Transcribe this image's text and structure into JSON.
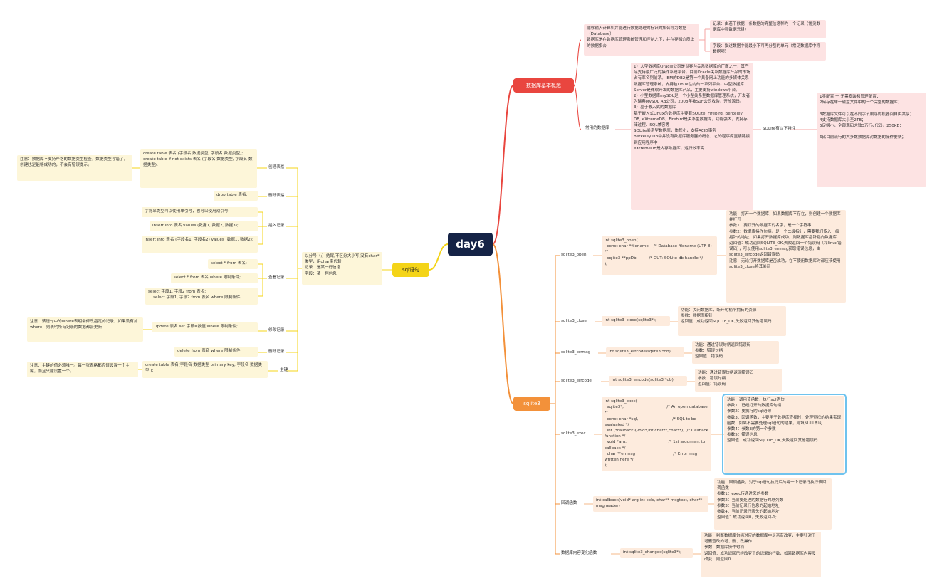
{
  "root": "day6",
  "db_concepts": {
    "title": "数据库基本概念",
    "def1": "能够输入计算机并能进行数据处理的标识的集合称为数据 （Database）\n数据库是在数据库管理系统管理和控制之下，并在存储介质上的数据集合",
    "record": "记录：由若干数据一条数据的完整信息称为一个记录（常见数据库中称数据元组）",
    "field": "字段：描述数据中能最小不可再分割的单元（常见数据库中称数据项）",
    "common_label": "常用的数据库",
    "common_text": "1）大型数据库Oracle公司是世界为关系数据库的厂商之一，其产品支持最广泛的操作系统平台。目前Oracle关系数据库产品的市场占有率名列前茅。IBM的DB2是第一个具备网上功能的多媒体关系数据库管理系统，支持包Linux在内的一系列平台。中型数据库Server是微软开发的数据库产品，主要支持windows平台。\n2）小型数据库mySQL是一个小型关系型数据库管理系统，开发者为瑞典MySQL AB公司，2008年被Sun公司收购，开放源码。\n3）基于嵌入式的数据库\n基于嵌入式Linux的数据库主要有SQLite, Firebird, Berkeley DB, eXtremeDB，Firebird是关系型数据库，功能强大，支持存储过程、SQL兼容等\nSQLite关系型数据库，体积小，支持ACID事务\nBerkeley DB中并没有数据库服务器的概念，它的程序库直接链接到应用程序中\neXtremeDB是内存数据库，运行效率高",
    "sqlite_feat_label": "SQLite有以下特性",
    "sqlite_feat": "1零配置 一 无需安装和管理配置；\n2储存在单一磁盘文件中的一个完整的数据库；\n\n3数据库文件可以在不同字节顺序的机器间自由共享；\n4支持数据库大小至2TB；\n5足够小，全部源码大致3万行c代码，250KB；\n\n6比目前流行的大多数数据库对数据的操作要快；"
  },
  "sql": {
    "title": "sql语句",
    "hub": "以分号（;）结尾,不区分大小写,没有char*类型，用char来代替\n记录：是某一行信息\n字段：某一列信息",
    "create_label": "创建表格",
    "create_text": "create table 表名 (字段名 数据类型, 字段名 数据类型);\ncreate table if not exists 表名 (字段名 数据类型, 字段名 数据类型);",
    "create_note": "注意：数据库不支持严格的数据类型检查，数据类型写错了，创建也是能够成功的，不会有错误提示。",
    "drop_label": "删除表格",
    "drop_text": "drop table 表名;",
    "insert_label": "插入记录",
    "insert1": "字符串类型可以使用单引号，也可以使用双引号",
    "insert2": "insert into 表名 values (数据1, 数据2, 数据3);",
    "insert3": "insert into 表名 (字段名1, 字段名2) values (数据1, 数据2);",
    "query_label": "查看记录",
    "query1": "select * from 表名;",
    "query2": "select * from 表名 where 限制条件;",
    "query3": "select 字段1, 字段2 from 表名;\n    select 字段1, 字段2 from 表名 where 限制条件;",
    "update_label": "修改记录",
    "update_text": "update 表名 set 字段=数值 where 限制条件;",
    "update_note": "注意：该语句中的where表明会修改指定的记录，如果没有加where，则表明所有记录的数据都会更新",
    "delete_label": "删除记录",
    "delete_text": "delete from 表名 where 限制条件",
    "pk_label": "主键",
    "pk_text": "create table 表名(字段名 数据类型 primary key, 字段名 数据类型 );",
    "pk_note": "注意：主键的值必须唯一。每一张表格都应该设置一个主键，而且只能设置一个。"
  },
  "sqlite3": {
    "title": "sqlite3",
    "open_label": "sqlite3_open",
    "open_code": "int sqlite3_open(\n  const char *filename,   /* Database filename (UTF-8) */\n  sqlite3 **ppDb          /* OUT: SQLite db handle */\n);",
    "open_desc": "功能：打开一个数据库，如果数据库不存在，则创建一个数据库并打开\n参数1：要打开的数据库的名字，是一个字符串\n参数2：数据库操作句柄，是一个二级指针，需要我们传入一级指针的地址，如果打开数据库成功，则数据库指针指向数据库\n返回值：成功返回SQLITE_OK,失败返回一个错误码（和linux错误码），可以使用sqlite3_errmsg获取错误信息，由sqlite3_errcode返回错误码\n注意：无论打开数据库是否成功，在不使用数据库时都应该使用sqlite3_close将其关闭",
    "close_label": "sqlite3_close",
    "close_code": "int sqlite3_close(sqlite3*);",
    "close_desc": "功能：关闭数据库，断开句柄所拥有的资源\n参数：数据库指针\n返回值：成功返回SQLITE_OK,失败返回其他错误码",
    "errmsg_label": "sqlite3_errmsg",
    "errmsg_code": "int sqlite3_errcode(sqlite3 *db)",
    "errmsg_desc": "功能：通过错误句柄返回错误码\n参数：错误句柄\n返回值：错误码",
    "errcode_label": "sqlite3_errcode",
    "errcode_code": "int sqlite3_errcode(sqlite3 *db)",
    "errcode_desc": "功能：通过错误句柄返回错误码\n参数：错误句柄\n返回值：错误码",
    "exec_label": "sqlite3_exec",
    "exec_code": "int sqlite3_exec(\n  sqlite3*,                                  /* An open database */\n  const char *sql,                           /* SQL to be evaluated */\n  int (*callback)(void*,int,char**,char**),  /* Callback function */\n  void *arg,                                 /* 1st argument to callback */\n  char **errmsg                              /* Error msg written here */\n);",
    "exec_desc": "功能：调用该函数，执行sql语句\n参数1：已经打开的数据库句柄\n参数2：要执行的sql语句\n参数3：回调函数，主要用于数据库查找时，处理查找的结果实现函数，如果不需要处理sql语句的结果，则填NULL即可\n参数4：参数3的第一个参数\n参数5：错误信息\n返回值：成功返回SQLITE_OK,失败返回其他错误码",
    "cb_label": "回调函数",
    "cb_code": "int callback(void* arg,int cols, char** msgtext, char** msgheader)",
    "cb_desc": "功能：回调函数，对于sql语句执行后的每一个记录行执行该回调函数\n参数1：exec传递进来的参数\n参数2：当前要处理的数据行的总列数\n参数3：当前记录行信息的起始地址\n参数4：当前记录行表头的起始地址\n返回值：成功返回0，失败返回-1;",
    "changes_label": "数据库内容变化函数",
    "changes_code": "int sqlite3_changes(sqlite3*);",
    "changes_desc": "功能：判断数据库句柄对应的数据库中是否有改变，主要针对于增删查改的增、删、改操作\n参数：数据库操作句柄\n返回值：成功返回已经改变了的记录的行数，如果数据库内容没改变，则返回0"
  }
}
